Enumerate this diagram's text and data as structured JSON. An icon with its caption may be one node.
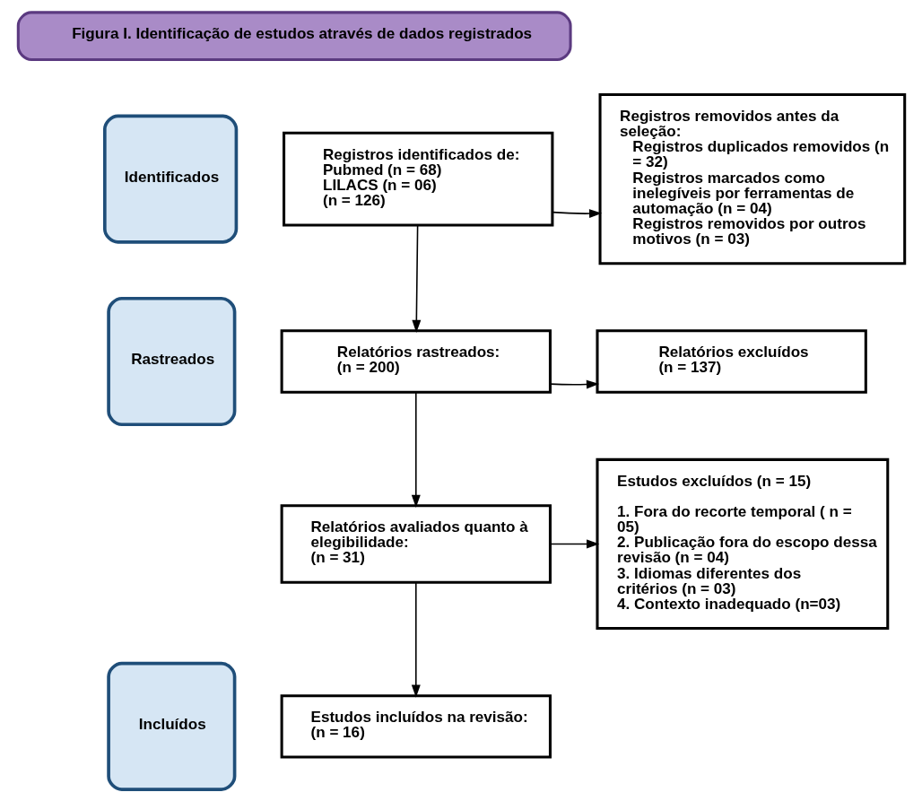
{
  "diagram": {
    "nodes": [
      {
        "text": [
          "Figura I. Identificação de estudos através de dados registrados"
        ]
      },
      {
        "text": [
          "Identificados"
        ]
      },
      {
        "text": [
          "Rastreados"
        ]
      },
      {
        "text": [
          "Incluídos"
        ]
      },
      {
        "text": [
          "Registros identificados de:",
          "Pubmed (n = 68)",
          "LILACS (n = 06)",
          "(n = 126)"
        ]
      },
      {
        "text": [
          "Registros removidos antes da seleção:",
          "Registros duplicados removidos (n = 32)",
          "Registros marcados como inelegíveis por ferramentas de automação (n = 04)",
          "Registros removidos por outros motivos (n = 03)"
        ]
      },
      {
        "text": [
          "Relatórios rastreados:",
          "(n = 200)"
        ]
      },
      {
        "text": [
          "Relatórios excluídos",
          "(n = 137)"
        ]
      },
      {
        "text": [
          "Relatórios avaliados quanto à elegibilidade:",
          "(n = 31)"
        ]
      },
      {
        "text": [
          "Estudos excluídos (n = 15)",
          "1. Fora do recorte temporal ( n = 05)",
          "2. Publicação fora do escopo dessa revisão (n = 04)",
          "3. Idiomas diferentes dos critérios (n = 03)",
          "4. Contexto inadequado (n=03)"
        ]
      },
      {
        "text": [
          "Estudos incluídos na revisão:",
          "(n = 16)"
        ]
      }
    ],
    "edges": [
      {
        "from": 4,
        "to": 5,
        "arrow": "to"
      },
      {
        "from": 4,
        "to": 6,
        "arrow": "to"
      },
      {
        "from": 6,
        "to": 7,
        "arrow": "to"
      },
      {
        "from": 6,
        "to": 8,
        "arrow": "to"
      },
      {
        "from": 8,
        "to": 9,
        "arrow": "to"
      },
      {
        "from": 8,
        "to": 10,
        "arrow": "to"
      }
    ]
  }
}
